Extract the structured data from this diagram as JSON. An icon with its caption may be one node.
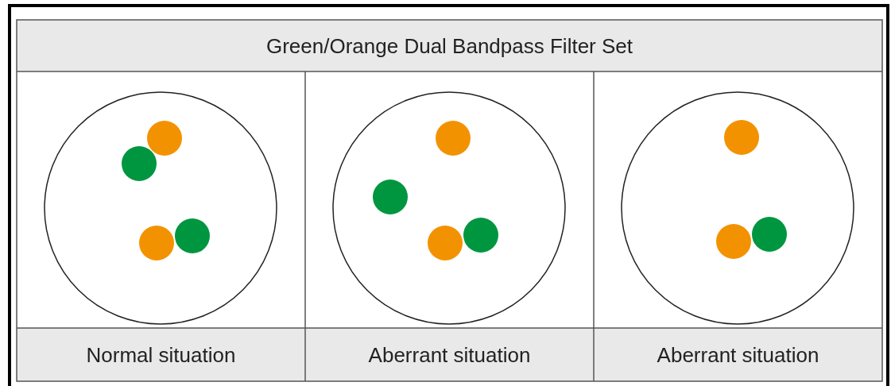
{
  "diagram": {
    "title": "Green/Orange Dual Bandpass Filter Set",
    "nodes": [
      {
        "text": [],
        "shape": "circle",
        "beside": [
          "Normal situation"
        ]
      },
      {
        "text": [],
        "shape": "circle",
        "beside": [
          "Aberrant situation"
        ]
      },
      {
        "text": [],
        "shape": "circle",
        "beside": [
          "Aberrant situation"
        ]
      }
    ]
  }
}
